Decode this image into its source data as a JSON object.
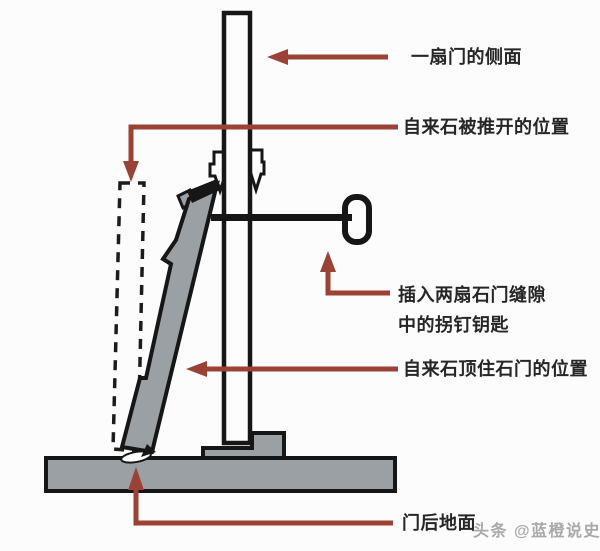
{
  "diagram": {
    "labels": {
      "door_side": "一扇门的侧面",
      "stone_pushed_open": "自来石被推开的位置",
      "key_line1": "插入两扇石门缝隙",
      "key_line2": "中的拐钉钥匙",
      "stone_propping": "自来石顶住石门的位置",
      "ground": "门后地面"
    },
    "watermark": "头条 @蓝橙说史",
    "parts": {
      "door": "stone-door-side-view",
      "stone": "zilaishi-prop-stone",
      "stone_ghost": "stone-pushed-open-dashed-outline",
      "key": "guai-ding-key",
      "ground": "floor-slab-behind-door"
    },
    "colors": {
      "arrow_red": "#9c4136",
      "stone_gray": "#9aa0a4",
      "outline_black": "#161616",
      "door_white": "#fdfdfd",
      "watermark_gray": "#a9a9a9",
      "background": "#fcfcfc"
    }
  }
}
